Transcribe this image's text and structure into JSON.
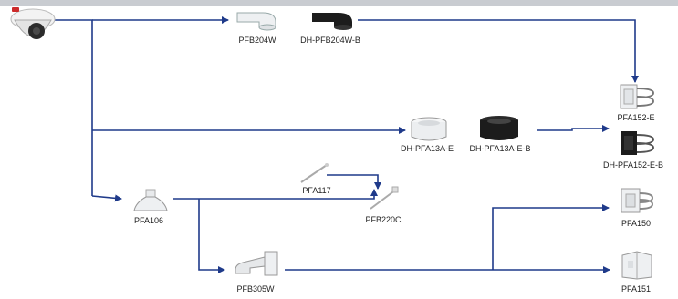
{
  "labels": {
    "pfb204w": "PFB204W",
    "dh_pfb204w_b": "DH-PFB204W-B",
    "pfa152_e": "PFA152-E",
    "dh_pfa13a_e": "DH-PFA13A-E",
    "dh_pfa13a_e_b": "DH-PFA13A-E-B",
    "dh_pfa152_e_b": "DH-PFA152-E-B",
    "pfa117": "PFA117",
    "pfa106": "PFA106",
    "pfb220c": "PFB220C",
    "pfa150": "PFA150",
    "pfb305w": "PFB305W",
    "pfa151": "PFA151"
  },
  "colors": {
    "connector": "#1f3a8a",
    "mount_white": "#eef0f2",
    "mount_black": "#1c1c1c",
    "topbar": "#c9ccd1"
  }
}
